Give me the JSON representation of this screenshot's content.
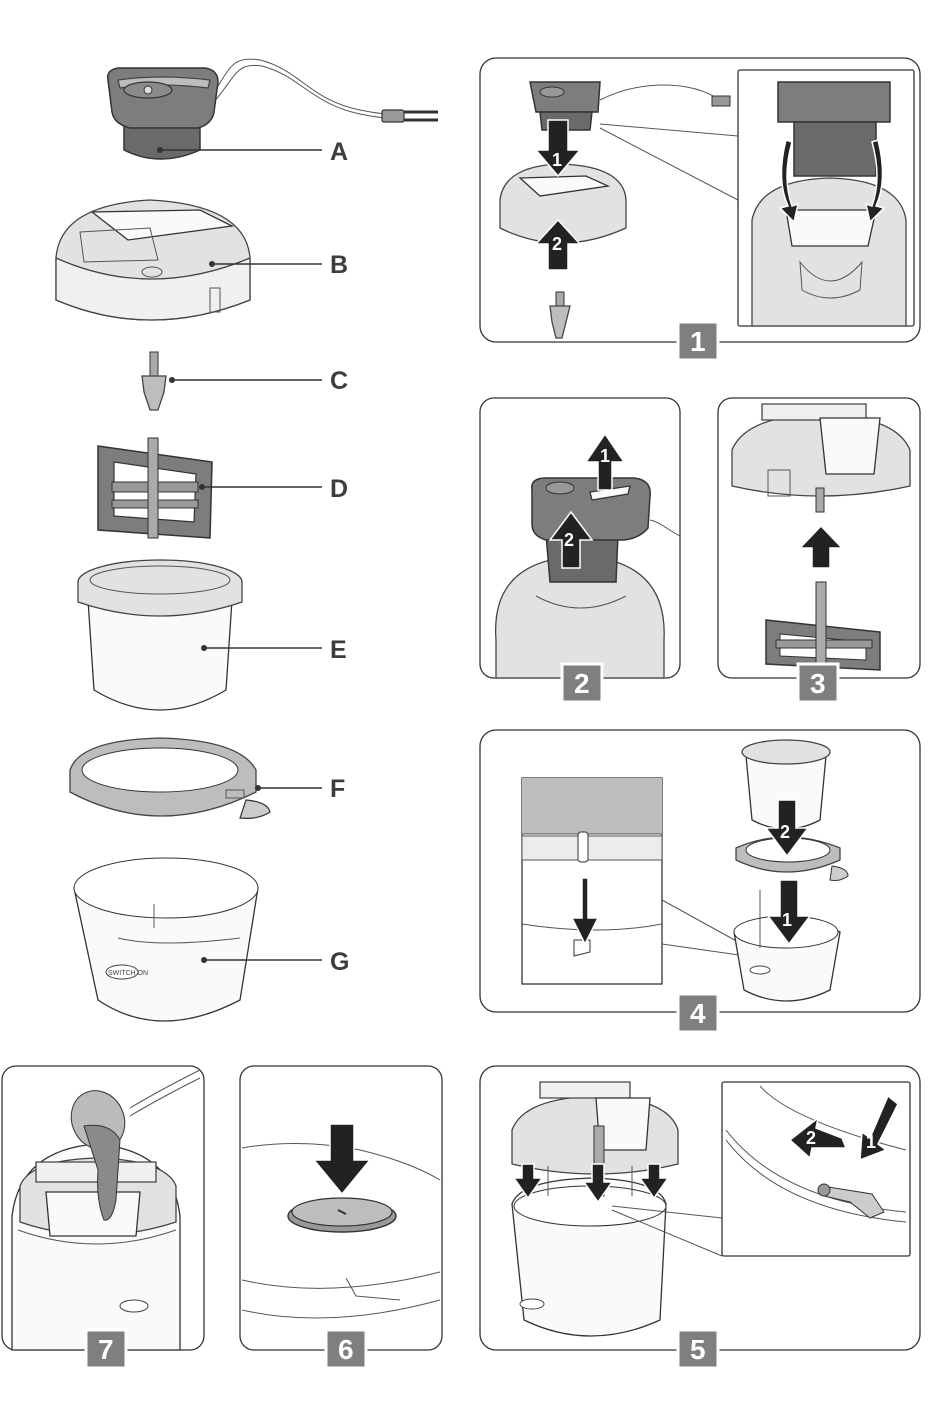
{
  "parts": [
    {
      "letter": "A"
    },
    {
      "letter": "B"
    },
    {
      "letter": "C"
    },
    {
      "letter": "D"
    },
    {
      "letter": "E"
    },
    {
      "letter": "F"
    },
    {
      "letter": "G"
    }
  ],
  "steps": [
    {
      "number": "1",
      "arrows": [
        "1",
        "2"
      ]
    },
    {
      "number": "2",
      "arrows": [
        "1",
        "2"
      ]
    },
    {
      "number": "3"
    },
    {
      "number": "4",
      "arrows": [
        "2",
        "1"
      ]
    },
    {
      "number": "5",
      "arrows": [
        "2",
        "1"
      ]
    },
    {
      "number": "6"
    },
    {
      "number": "7"
    }
  ],
  "brand_text": "SWITCH ON",
  "colors": {
    "badge": "#7f7f7f",
    "arrow": "#222222",
    "outline": "#333333"
  }
}
